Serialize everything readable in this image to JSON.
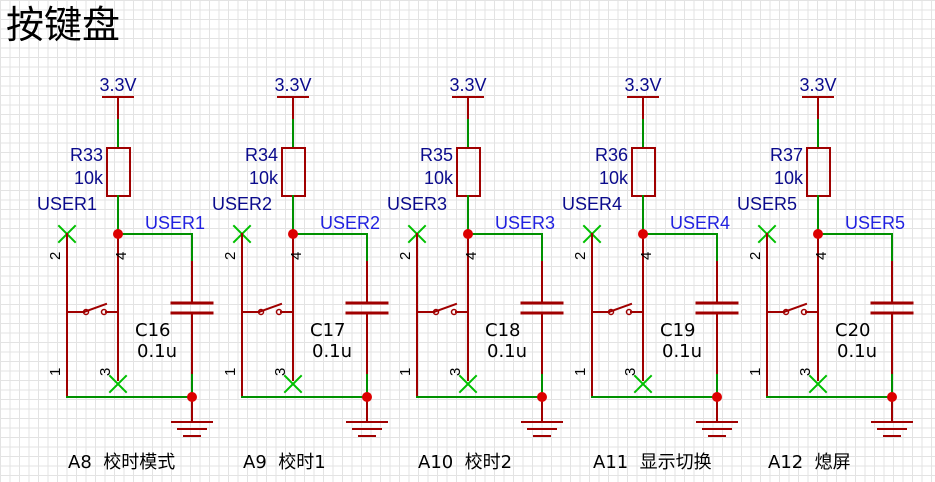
{
  "title": "按键盘",
  "colors": {
    "wire": "#009100",
    "component": "#a00000",
    "junction": "#dd0000",
    "noconnect": "#00c000",
    "label": "#0b0b8c",
    "net": "#2222e0"
  },
  "buttons": [
    {
      "power": "3.3V",
      "res_ref": "R33",
      "res_val": "10k",
      "user": "USER1",
      "net": "USER1",
      "cap_ref": "C16",
      "cap_val": "0.1u",
      "pin2": "2",
      "pin4": "4",
      "pin1": "1",
      "pin3": "3",
      "caption": "A8  校时模式"
    },
    {
      "power": "3.3V",
      "res_ref": "R34",
      "res_val": "10k",
      "user": "USER2",
      "net": "USER2",
      "cap_ref": "C17",
      "cap_val": "0.1u",
      "pin2": "2",
      "pin4": "4",
      "pin1": "1",
      "pin3": "3",
      "caption": "A9  校时1"
    },
    {
      "power": "3.3V",
      "res_ref": "R35",
      "res_val": "10k",
      "user": "USER3",
      "net": "USER3",
      "cap_ref": "C18",
      "cap_val": "0.1u",
      "pin2": "2",
      "pin4": "4",
      "pin1": "1",
      "pin3": "3",
      "caption": "A10  校时2"
    },
    {
      "power": "3.3V",
      "res_ref": "R36",
      "res_val": "10k",
      "user": "USER4",
      "net": "USER4",
      "cap_ref": "C19",
      "cap_val": "0.1u",
      "pin2": "2",
      "pin4": "4",
      "pin1": "1",
      "pin3": "3",
      "caption": "A11  显示切换"
    },
    {
      "power": "3.3V",
      "res_ref": "R37",
      "res_val": "10k",
      "user": "USER5",
      "net": "USER5",
      "cap_ref": "C20",
      "cap_val": "0.1u",
      "pin2": "2",
      "pin4": "4",
      "pin1": "1",
      "pin3": "3",
      "caption": "A12  熄屏"
    }
  ]
}
